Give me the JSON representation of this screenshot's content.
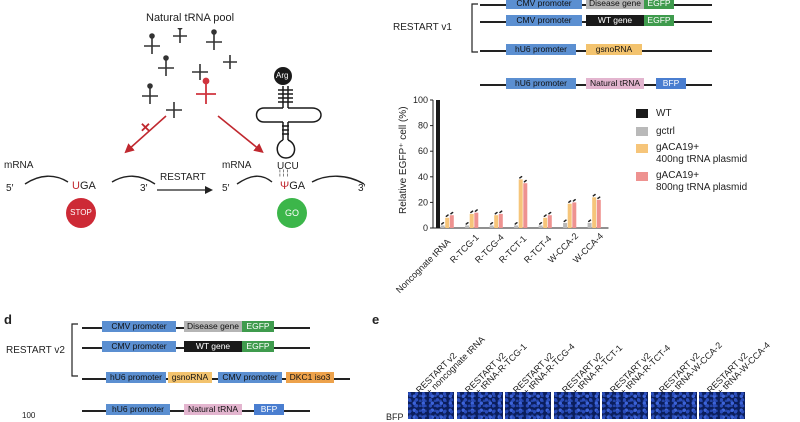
{
  "panel_c_schematic": {
    "pool_title": "Natural tRNA pool",
    "mrna_left": "mRNA",
    "mrna_right": "mRNA",
    "five_prime_left": "5′",
    "three_prime_left": "3′",
    "five_prime_right": "5′",
    "three_prime_right": "3′",
    "codon_u": "U",
    "codon_ga": "GA",
    "restart_arrow_label": "RESTART",
    "stop_label": "STOP",
    "go_label": "GO",
    "arg_label": "Arg",
    "anticodon": "UCU",
    "pairing": "¦ ¦ ¦",
    "psi_u": "Ψ",
    "psi_ga": "GA",
    "block_mark": "✕"
  },
  "restart_v1": {
    "label": "RESTART v1",
    "constructs": [
      {
        "promoter": "CMV promoter",
        "gene": "Disease gene",
        "reporter": "EGFP"
      },
      {
        "promoter": "CMV promoter",
        "gene": "WT gene",
        "reporter": "EGFP"
      },
      {
        "promoter": "hU6 promoter",
        "gene": "gsnoRNA"
      },
      {
        "promoter": "hU6 promoter",
        "gene": "Natural tRNA",
        "reporter": "BFP"
      }
    ]
  },
  "colors": {
    "promoter": "#5b8fd1",
    "disease_gene": "#b5b5b5",
    "wt_gene": "#1a1a1a",
    "egfp": "#3f9b4d",
    "gsnorna": "#f3c36e",
    "trna": "#e3b5cf",
    "bfp": "#4a7ed0",
    "dkc1": "#eda24b",
    "stop": "#cd2a36",
    "go": "#3cb64a",
    "red_trna": "#d0343e",
    "bar_wt": "#1a1a1a",
    "bar_gctrl": "#b9b9b9",
    "bar_400": "#f6c57a",
    "bar_800": "#ee9290"
  },
  "chart_data": {
    "type": "bar",
    "ylabel": "Relative EGFP⁺ cell (%)",
    "ylim": [
      0,
      100
    ],
    "yticks": [
      0,
      20,
      40,
      60,
      80,
      100
    ],
    "categories": [
      "Noncognate tRNA",
      "R-TCG-1",
      "R-TCG-4",
      "R-TCT-1",
      "R-TCT-4",
      "W-CCA-2",
      "W-CCA-4"
    ],
    "series": [
      {
        "name": "WT",
        "values": [
          100,
          0,
          0,
          0,
          0,
          0,
          0
        ]
      },
      {
        "name": "gctrl",
        "values": [
          2,
          2,
          2,
          2,
          2,
          4,
          4
        ]
      },
      {
        "name": "gACA19+\n400ng tRNA plasmid",
        "values": [
          8,
          11,
          10,
          38,
          8,
          19,
          24
        ]
      },
      {
        "name": "gACA19+\n800ng tRNA plasmid",
        "values": [
          10,
          12,
          11,
          35,
          10,
          20,
          22
        ]
      }
    ],
    "legend": [
      "WT",
      "gctrl",
      "gACA19+",
      "400ng tRNA plasmid",
      "gACA19+",
      "800ng tRNA plasmid"
    ]
  },
  "panel_d": {
    "letter": "d",
    "label": "RESTART v2",
    "constructs": [
      {
        "promoter": "CMV promoter",
        "gene": "Disease gene",
        "reporter": "EGFP"
      },
      {
        "promoter": "CMV promoter",
        "gene": "WT gene",
        "reporter": "EGFP"
      },
      {
        "promoter": "hU6 promoter",
        "gene": "gsnoRNA",
        "promoter2": "CMV promoter",
        "gene2": "DKC1 iso3"
      },
      {
        "promoter": "hU6 promoter",
        "gene": "Natural tRNA",
        "reporter": "BFP"
      }
    ],
    "partial_axis_tick": "100"
  },
  "panel_e": {
    "letter": "e",
    "conditions": [
      {
        "line1": "RESTART v2",
        "line2": "+ noncognate tRNA"
      },
      {
        "line1": "RESTART v2",
        "line2": "+ tRNA-R-TCG-1"
      },
      {
        "line1": "RESTART v2",
        "line2": "+ tRNA-R-TCG-4"
      },
      {
        "line1": "RESTART v2",
        "line2": "+ tRNA-R-TCT-1"
      },
      {
        "line1": "RESTART v2",
        "line2": "+ tRNA-R-TCT-4"
      },
      {
        "line1": "RESTART v2",
        "line2": "+ tRNA-W-CCA-2"
      },
      {
        "line1": "RESTART v2",
        "line2": "+ tRNA-W-CCA-4"
      }
    ],
    "row_label": "BFP"
  }
}
